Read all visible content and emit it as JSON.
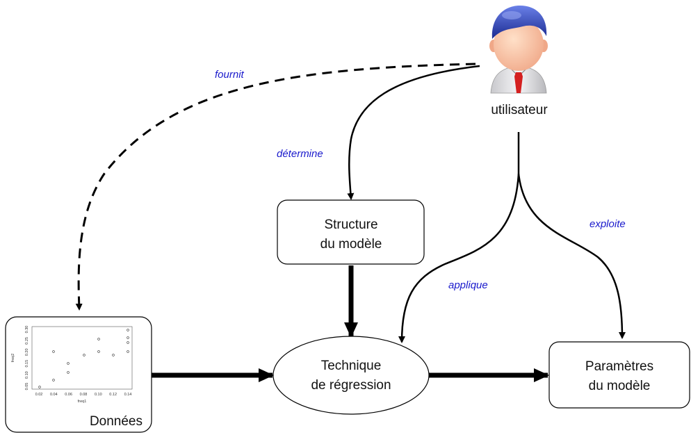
{
  "colors": {
    "edge_label": "#1a1acc",
    "stroke": "#000000",
    "tie": "#d42020",
    "hair": "#2a3aa8"
  },
  "user": {
    "label": "utilisateur",
    "icon": "user-icon"
  },
  "nodes": {
    "structure": {
      "line1": "Structure",
      "line2": "du modèle"
    },
    "technique": {
      "line1": "Technique",
      "line2": "de régression"
    },
    "parametres": {
      "line1": "Paramètres",
      "line2": "du modèle"
    },
    "donnees": {
      "label": "Données"
    }
  },
  "edges": {
    "fournit": "fournit",
    "determine": "détermine",
    "applique": "applique",
    "exploite": "exploite"
  },
  "thumbnail_plot": {
    "xlabel": "freq1",
    "ylabel": "freq2",
    "x_ticks": [
      "0.02",
      "0.04",
      "0.06",
      "0.08",
      "0.10",
      "0.12",
      "0.14"
    ],
    "y_ticks": [
      "0.05",
      "0.10",
      "0.15",
      "0.20",
      "0.25",
      "0.30"
    ]
  }
}
